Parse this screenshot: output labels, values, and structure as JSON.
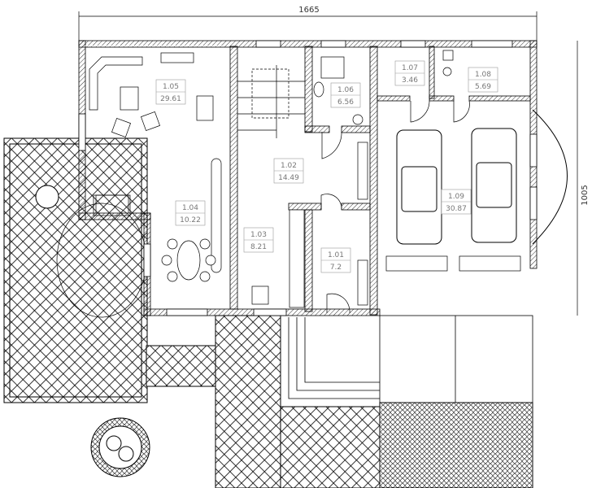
{
  "dimensions": {
    "width": "1665",
    "height": "1005"
  },
  "rooms": [
    {
      "number": "1.05",
      "area": "29.61"
    },
    {
      "number": "1.06",
      "area": "6.56"
    },
    {
      "number": "1.07",
      "area": "3.46"
    },
    {
      "number": "1.08",
      "area": "5.69"
    },
    {
      "number": "1.02",
      "area": "14.49"
    },
    {
      "number": "1.04",
      "area": "10.22"
    },
    {
      "number": "1.03",
      "area": "8.21"
    },
    {
      "number": "1.01",
      "area": "7.2"
    },
    {
      "number": "1.09",
      "area": "30.87"
    }
  ]
}
